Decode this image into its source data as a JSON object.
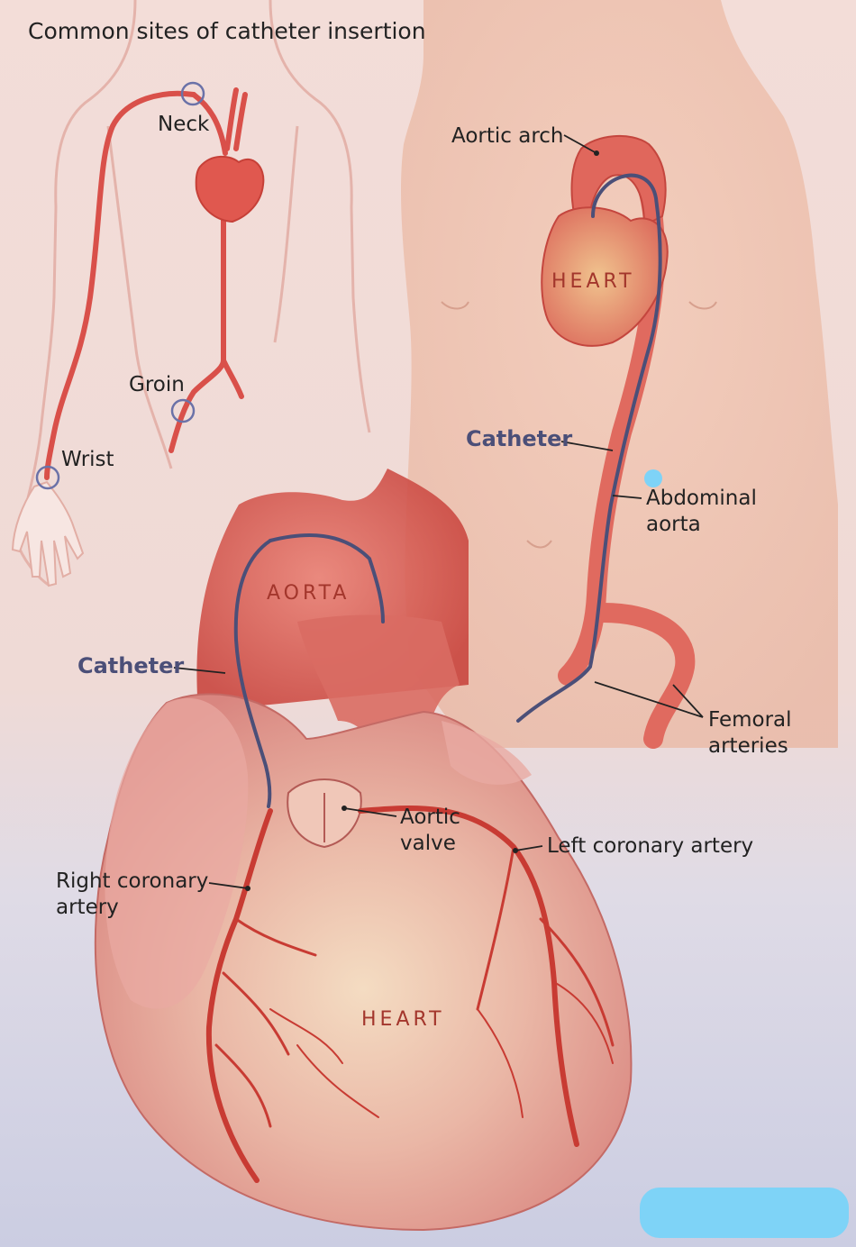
{
  "title": "Common sites of catheter insertion",
  "insertion_sites": {
    "neck": "Neck",
    "groin": "Groin",
    "wrist": "Wrist"
  },
  "torso_labels": {
    "aortic_arch": "Aortic arch",
    "heart": "HEART",
    "catheter": "Catheter",
    "abdominal_aorta": "Abdominal\naorta",
    "femoral_arteries": "Femoral\narteries"
  },
  "heart_labels": {
    "aorta": "AORTA",
    "catheter": "Catheter",
    "aortic_valve": "Aortic\nvalve",
    "left_coronary_artery": "Left coronary artery",
    "right_coronary_artery": "Right coronary\nartery",
    "heart": "HEART"
  },
  "colors": {
    "background_top": "#f3ddd8",
    "background_bottom": "#cfd0e3",
    "artery": "#d9504a",
    "catheter": "#4b4f78",
    "site_marker": "#6b72a8",
    "organ_label": "#a3362c",
    "redaction_marks": "#7ed3f7"
  }
}
